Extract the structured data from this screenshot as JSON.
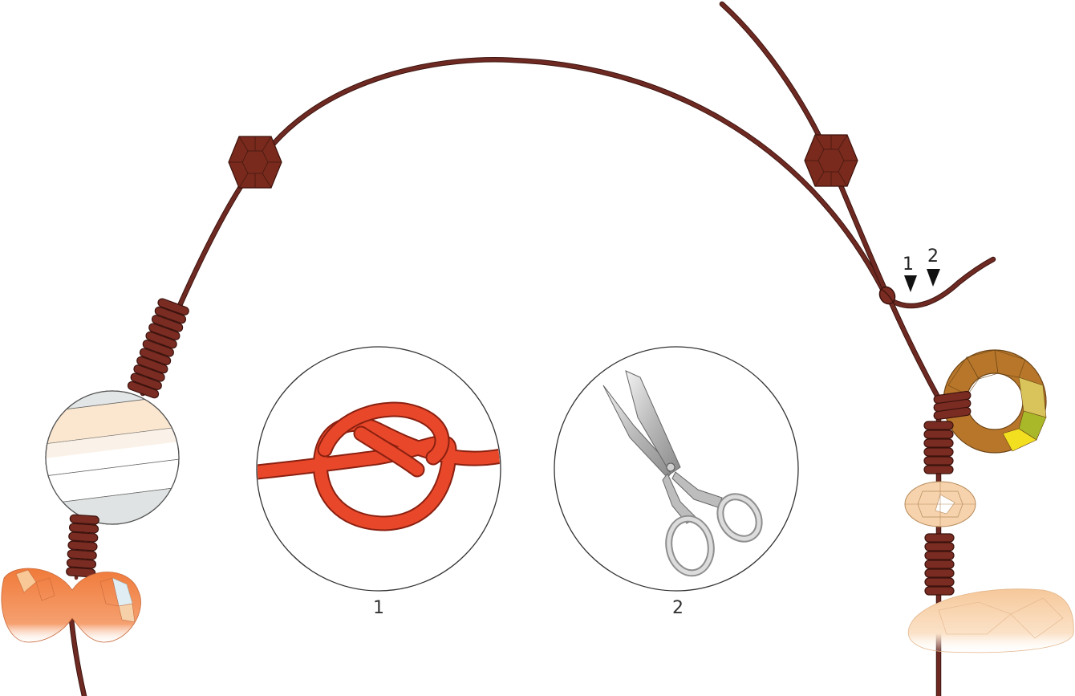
{
  "diagram": {
    "colors": {
      "cord": "#6e2a22",
      "knot_detail": "#e8472a",
      "faceted_bead": "#7a2a1c",
      "ring_bead": "#b7762a"
    },
    "markers": [
      {
        "label": "1"
      },
      {
        "label": "2"
      }
    ],
    "steps": [
      {
        "number": "1",
        "icon": "overhand-knot-icon"
      },
      {
        "number": "2",
        "icon": "scissors-icon"
      }
    ]
  }
}
